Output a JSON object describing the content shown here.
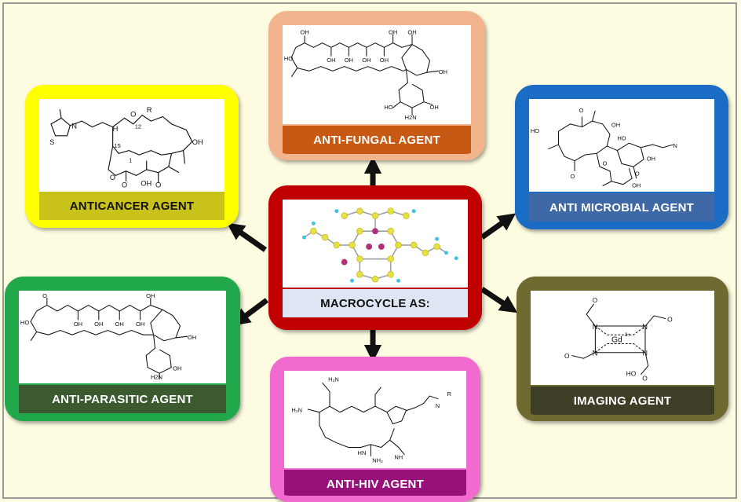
{
  "center": {
    "label": "MACROCYCLE AS:",
    "border_color": "#c00000",
    "label_bg": "#dde6f2"
  },
  "agents": [
    {
      "key": "anticancer",
      "label": "ANTICANCER AGENT",
      "border_color": "#ffff00",
      "label_bg": "#c9c21a",
      "label_color": "#111111"
    },
    {
      "key": "antifungal",
      "label": "ANTI-FUNGAL AGENT",
      "border_color": "#f2b48c",
      "label_bg": "#c65a14",
      "label_color": "#ffffff"
    },
    {
      "key": "antimicrobial",
      "label": "ANTI MICROBIAL AGENT",
      "border_color": "#1a6cc4",
      "label_bg": "#3f68a6",
      "label_color": "#ffffff"
    },
    {
      "key": "antiparasitic",
      "label": "ANTI-PARASITIC AGENT",
      "border_color": "#20a84a",
      "label_bg": "#3c5a30",
      "label_color": "#ffffff"
    },
    {
      "key": "imaging",
      "label": "IMAGING AGENT",
      "border_color": "#6f6a30",
      "label_bg": "#3e3d26",
      "label_color": "#ffffff"
    },
    {
      "key": "antihiv",
      "label": "ANTI-HIV AGENT",
      "border_color": "#f06ad0",
      "label_bg": "#98107a",
      "label_color": "#ffffff"
    }
  ],
  "structure_text": {
    "anticancer": {
      "r": "R",
      "h": "H",
      "o1": "O",
      "n": "N",
      "s": "S",
      "c12": "12",
      "c15": "15",
      "c1": "1",
      "o2": "O",
      "oh1": "OH",
      "oh2": "OH",
      "o3": "O",
      "o4": "O"
    },
    "imaging": {
      "gd": "Gd",
      "charge": "3+",
      "n1": "N",
      "n2": "N",
      "n3": "N",
      "n4": "N",
      "ho": "HO",
      "o1": "O",
      "o2": "O",
      "o3": "O",
      "o4": "O"
    },
    "antihiv": {
      "h2n1": "H₂N",
      "h2n2": "H₂N",
      "nh2": "NH₂",
      "hn": "HN",
      "nh": "NH",
      "r": "R",
      "n": "N"
    }
  }
}
